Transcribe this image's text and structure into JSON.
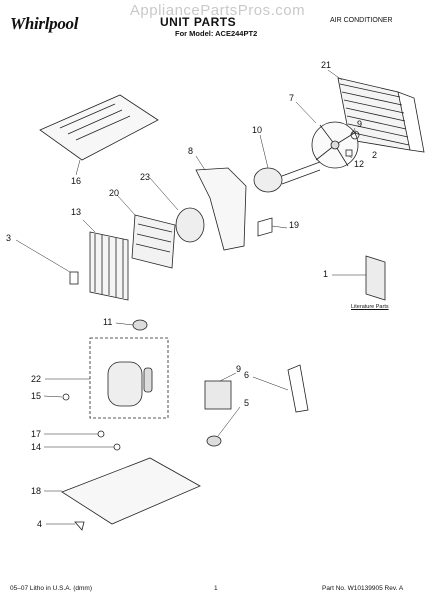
{
  "header": {
    "brand": "Whirlpool",
    "watermark": "AppliancePartsPros.com",
    "title": "UNIT PARTS",
    "model_line": "For Model: ACE244PT2",
    "category": "AIR CONDITIONER"
  },
  "callouts": [
    {
      "id": "21",
      "label": "21"
    },
    {
      "id": "7",
      "label": "7"
    },
    {
      "id": "10",
      "label": "10"
    },
    {
      "id": "8",
      "label": "8"
    },
    {
      "id": "9r",
      "label": "9"
    },
    {
      "id": "2",
      "label": "2"
    },
    {
      "id": "12",
      "label": "12"
    },
    {
      "id": "16",
      "label": "16"
    },
    {
      "id": "20",
      "label": "20"
    },
    {
      "id": "23",
      "label": "23"
    },
    {
      "id": "13",
      "label": "13"
    },
    {
      "id": "3",
      "label": "3"
    },
    {
      "id": "19",
      "label": "19"
    },
    {
      "id": "1",
      "label": "1"
    },
    {
      "id": "11",
      "label": "11"
    },
    {
      "id": "22",
      "label": "22"
    },
    {
      "id": "15",
      "label": "15"
    },
    {
      "id": "17",
      "label": "17"
    },
    {
      "id": "14",
      "label": "14"
    },
    {
      "id": "18",
      "label": "18"
    },
    {
      "id": "4",
      "label": "4"
    },
    {
      "id": "9",
      "label": "9"
    },
    {
      "id": "6",
      "label": "6"
    },
    {
      "id": "5",
      "label": "5"
    }
  ],
  "literature_label": "Literature Parts",
  "footer": {
    "left": "05–07 Litho in U.S.A. (dmm)",
    "page": "1",
    "right": "Part No. W10139905 Rev. A"
  }
}
